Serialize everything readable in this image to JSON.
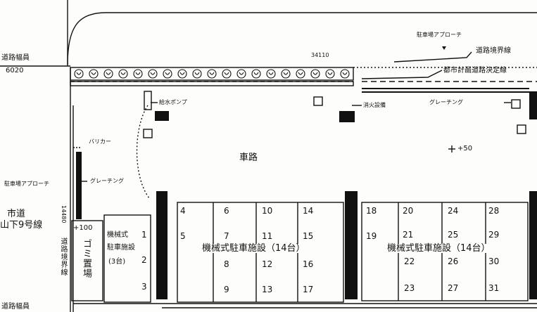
{
  "labels": {
    "road_width_top": "道路幅員",
    "road_width_top_value": "6020",
    "road_width_bottom": "道路幅員",
    "parking_approach_top": "駐車場アプローチ",
    "dimension_top": "34110",
    "road_boundary": "道路境界線",
    "city_plan_road": "都市計画道路決定線",
    "water_pump": "給水ポンプ",
    "fire_hydrant": "消火設備",
    "grating_top": "グレーチング",
    "barricade": "バリカー",
    "roadway": "車路",
    "level": "+50",
    "parking_approach_left": "駐車場アプローチ",
    "grating_left": "グレーチング",
    "city_road": "市道",
    "city_road_name": "山下9号線",
    "left_dim": "14480",
    "road_boundary_vertical": "道路境界線",
    "plus100": "+100",
    "garbage": "ゴミ置場",
    "small_parking_l1": "機械式",
    "small_parking_l2": "駐車施設",
    "small_parking_l3": "(3台)",
    "parking_a": "機械式駐車施設（14台）",
    "parking_b": "機械式駐車施設（14台）"
  },
  "small_slots": [
    "1",
    "2",
    "3"
  ],
  "group_a": {
    "col1": [
      "4",
      "5"
    ],
    "col2": [
      "6",
      "7",
      "8",
      "9"
    ],
    "col3": [
      "10",
      "11",
      "12",
      "13"
    ],
    "col4": [
      "14",
      "15",
      "16",
      "17"
    ]
  },
  "group_b": {
    "col1": [
      "18",
      "19"
    ],
    "col2": [
      "20",
      "21",
      "22",
      "23"
    ],
    "col3": [
      "24",
      "25",
      "26",
      "27"
    ],
    "col4": [
      "28",
      "29",
      "30",
      "31"
    ]
  },
  "tree_count": 19,
  "colors": {
    "ink": "#111111",
    "paper": "#fdfdfb"
  }
}
